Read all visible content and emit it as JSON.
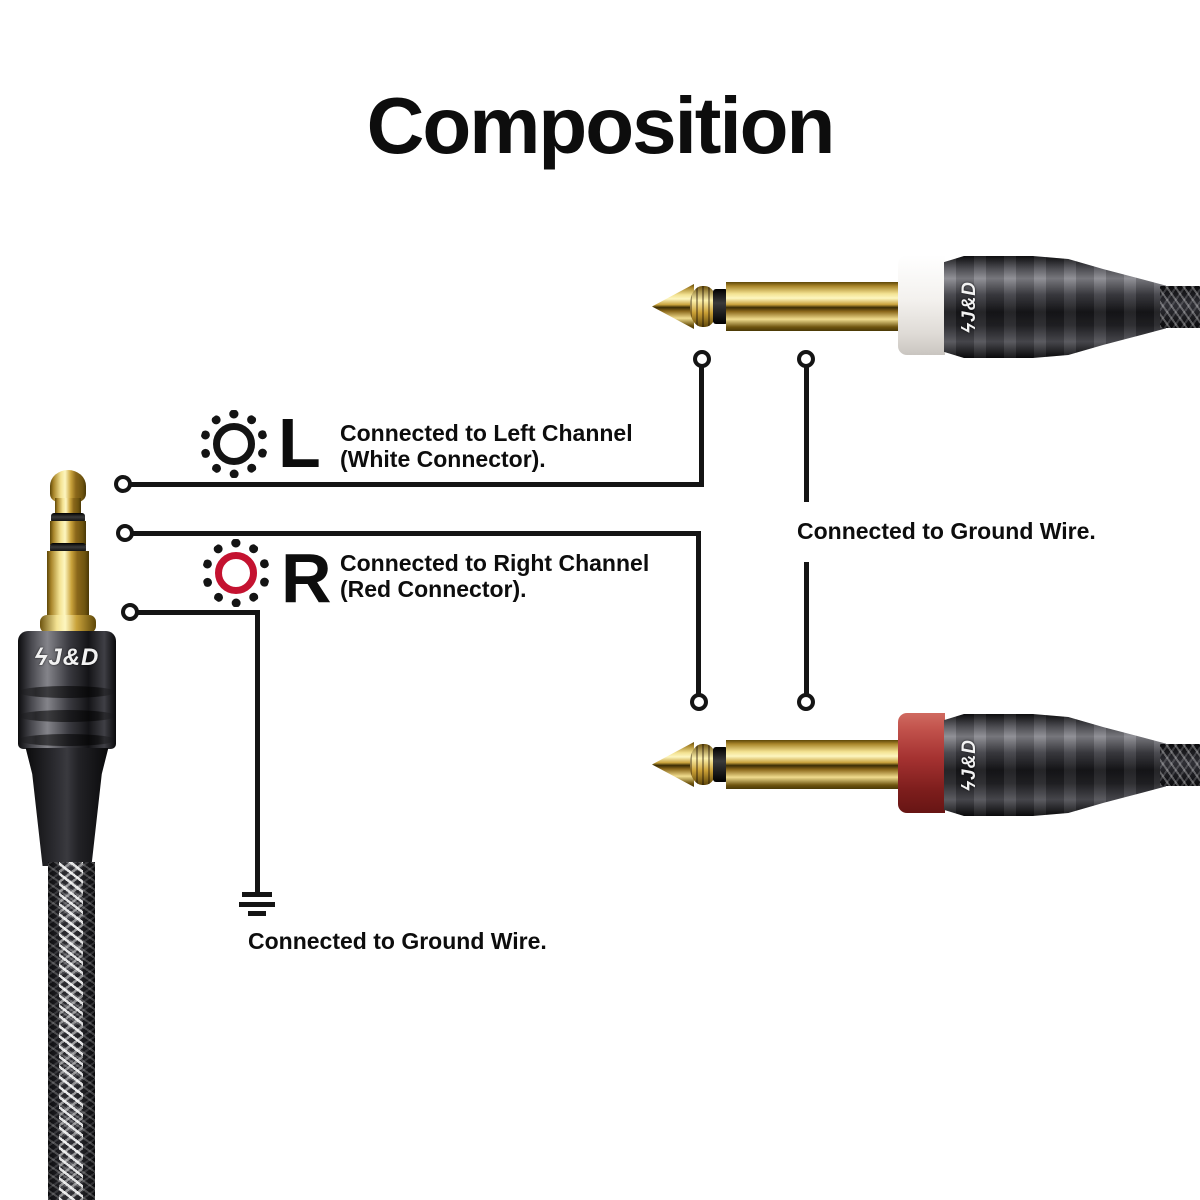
{
  "title": "Composition",
  "brand": {
    "logo": "J&D",
    "bolt": "ϟ"
  },
  "left_channel": {
    "letter": "L",
    "label_line1": "Connected to Left Channel",
    "label_line2": "(White Connector)."
  },
  "right_channel": {
    "letter": "R",
    "label_line1": "Connected to Right Channel",
    "label_line2": "(Red Connector)."
  },
  "ground_right_label": "Connected to Ground Wire.",
  "ground_bottom_label": "Connected to Ground Wire.",
  "colors": {
    "line": "#141414",
    "gold": "#c9a33b",
    "gold_highlight": "#fdf6c0",
    "gold_shadow": "#5e4708",
    "white_band": "#efedea",
    "red_band": "#a53231",
    "red_ring": "#c41230",
    "barrel_dark": "#19191b",
    "barrel_light": "#8a8a90",
    "cable": "#151517",
    "background": "#ffffff"
  }
}
